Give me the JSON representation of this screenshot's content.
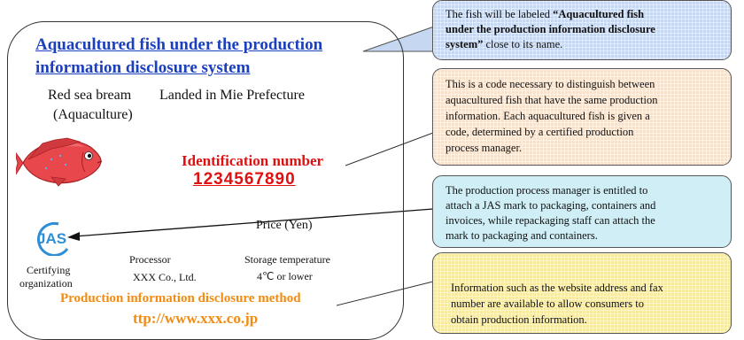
{
  "label": {
    "title_line1": "Aquacultured fish under the production",
    "title_line2": "information disclosure system",
    "species": "Red sea bream",
    "landed": "Landed in Mie Prefecture",
    "method": "(Aquaculture)",
    "id_heading": "Identification number",
    "id_number": "1234567890",
    "price": "Price (Yen)",
    "jas_logo": "JAS",
    "certifying_line1": "Certifying",
    "certifying_line2": "organization",
    "processor_heading": "Processor",
    "processor_value": "XXX Co., Ltd.",
    "storage_heading": "Storage temperature",
    "storage_value": "4℃ or lower",
    "disclosure_heading": "Production information disclosure method",
    "disclosure_url": "ttp://www.xxx.co.jp"
  },
  "callouts": [
    {
      "lines": [
        {
          "pre": "The fish will be labeled ",
          "bold": "“Aquacultured fish"
        },
        {
          "pre": "",
          "bold": "under the production information disclosure"
        },
        {
          "pre": "",
          "bold": "system”",
          "post": " close to its name."
        }
      ]
    },
    {
      "text": [
        "This is a code necessary to distinguish between",
        "aquacultured fish that have the same production",
        "information. Each aquacultured fish is given a",
        "code, determined by a certified production",
        "process manager."
      ]
    },
    {
      "text": [
        "The production process manager is entitled to",
        "attach a JAS mark to packaging, containers and",
        "invoices, while repackaging staff can attach the",
        "mark to packaging and containers."
      ]
    },
    {
      "text": [
        "Information such as the website address and fax",
        "number are available to allow consumers to",
        "obtain production information."
      ]
    }
  ],
  "colors": {
    "title": "#1a3fbf",
    "id_red": "#e01010",
    "disclosure_orange": "#f28b12",
    "callout_blue": "#c6d7f1",
    "callout_peach": "#f9e2cc",
    "callout_cyan": "#cfeef6",
    "callout_yellow": "#f8ea9f",
    "jas_blue": "#2f8fd6",
    "fish_red": "#e8474b"
  }
}
